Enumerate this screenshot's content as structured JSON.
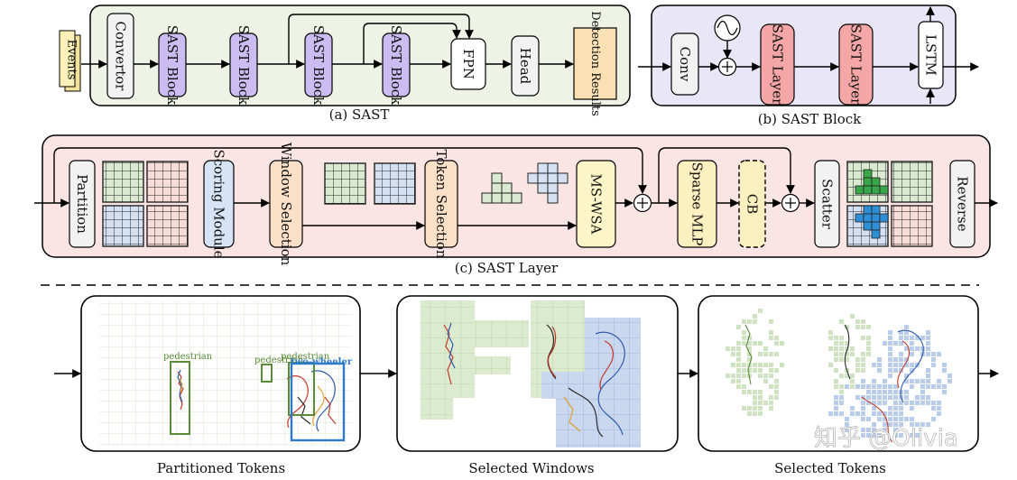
{
  "panel_a": {
    "caption": "(a) SAST",
    "input": "Events",
    "convertor": "Convertor",
    "block1": "SAST Block",
    "block2": "SAST Block",
    "block3": "SAST Block",
    "block4": "SAST Block",
    "fpn": "FPN",
    "head": "Head",
    "output": "Detection Results"
  },
  "panel_b": {
    "caption": "(b) SAST Block",
    "conv": "Conv",
    "plus": "+",
    "layer1": "SAST Layer",
    "layer2": "SAST Layer",
    "lstm": "LSTM"
  },
  "panel_c": {
    "caption": "(c) SAST Layer",
    "partition": "Partition",
    "scoring": "Scoring Module",
    "window_sel": "Window Selection",
    "token_sel": "Token Selection",
    "mswsa": "MS-WSA",
    "plus1": "+",
    "sparse_mlp": "Sparse MLP",
    "cb": "CB",
    "plus2": "+",
    "scatter": "Scatter",
    "reverse": "Reverse"
  },
  "bottom": {
    "panel1_caption": "Partitioned Tokens",
    "panel2_caption": "Selected Windows",
    "panel3_caption": "Selected Tokens",
    "label_pedestrian_1": "pedestrian",
    "label_pedestrian_2": "pedestrian",
    "label_pedestrian_3": "pedestrian",
    "label_two_wheeler": "two-wheeler",
    "watermark": "知乎 @Olivia"
  },
  "colors": {
    "panel_a_bg": "#eef3e6",
    "panel_b_bg": "#e9e6f7",
    "panel_c_bg": "#fbe4e4",
    "sast_block": "#cbbdf2",
    "sast_layer": "#f5a6a6",
    "scoring": "#d6e4f5",
    "selection": "#fbe0c8",
    "mswsa": "#fcf5c8",
    "sparse_mlp": "#fcefc0",
    "events": "#fbf0b8",
    "detection": "#fbe0b3",
    "grid_green": "#d9ead0",
    "grid_blue": "#d5e1f2",
    "grid_pink": "#f8dcd8",
    "box_gray": "#f2f2f2"
  }
}
